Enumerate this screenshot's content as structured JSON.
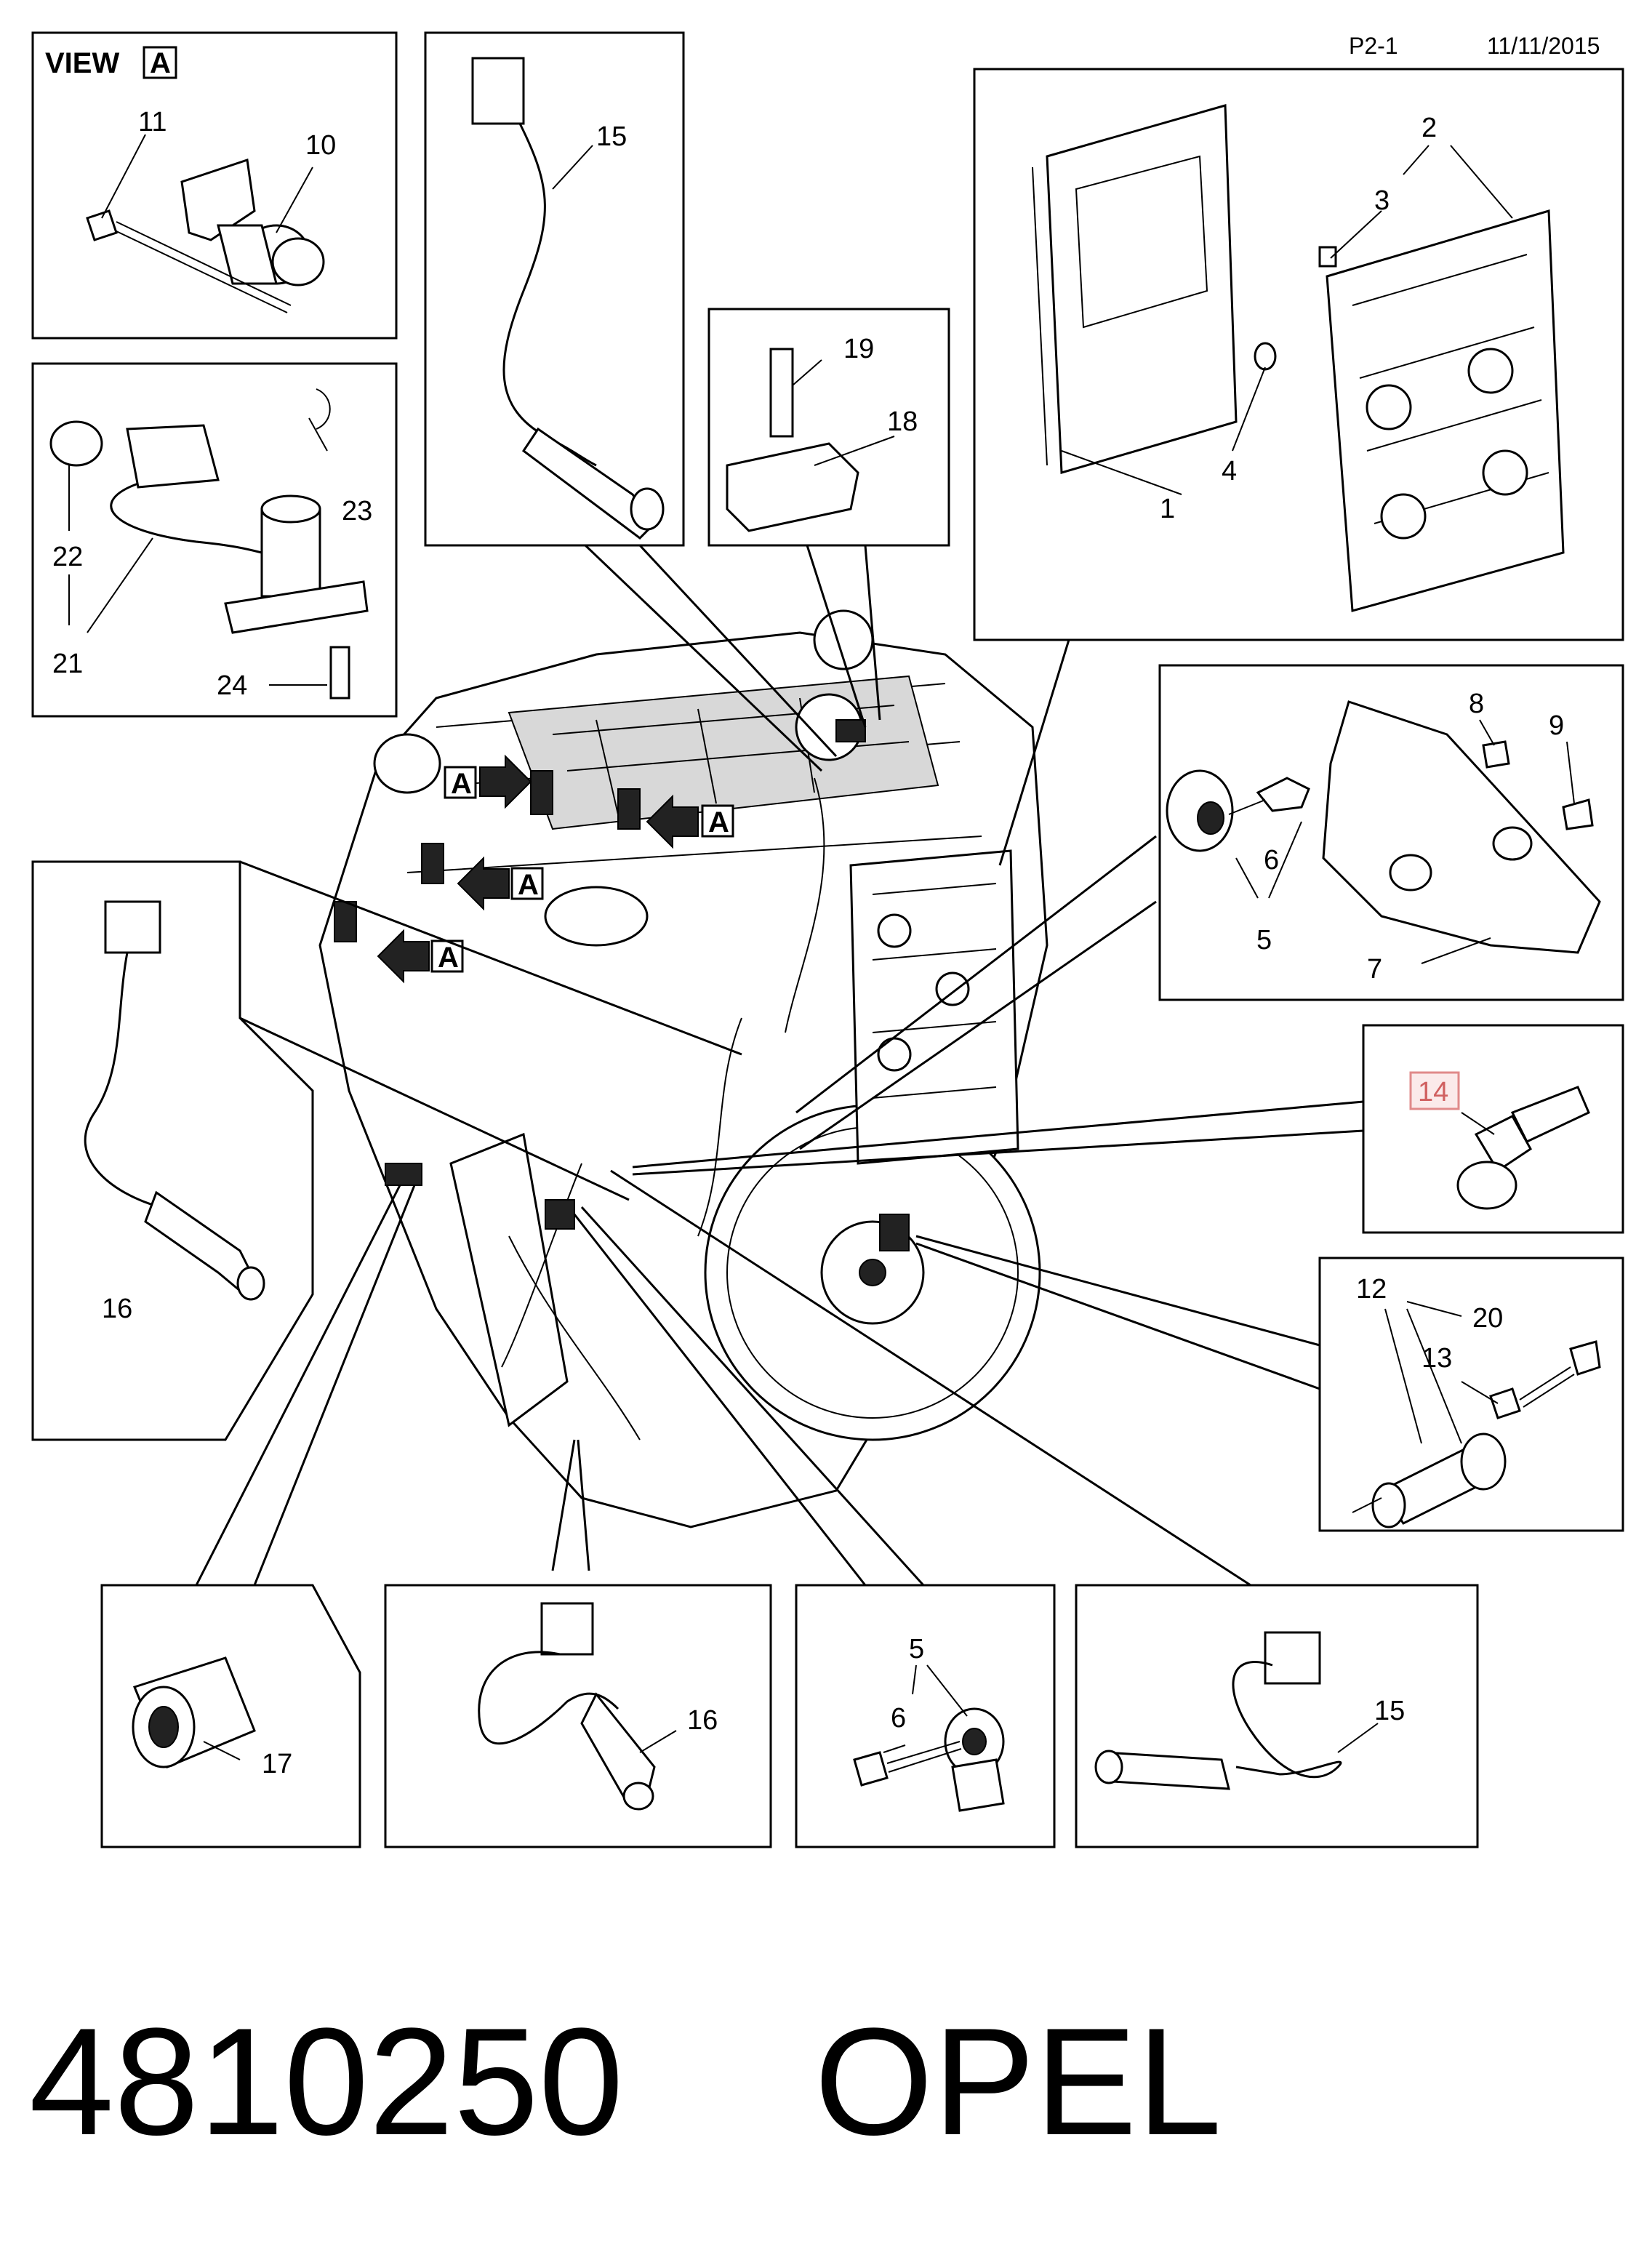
{
  "header": {
    "page_ref": "P2-1",
    "date": "11/11/2015",
    "view_label": "VIEW",
    "view_letter": "A"
  },
  "markers": {
    "view_arrow_letter": "A"
  },
  "callouts": {
    "n1": "1",
    "n2": "2",
    "n3": "3",
    "n4": "4",
    "n5a": "5",
    "n5b": "5",
    "n6a": "6",
    "n6b": "6",
    "n7": "7",
    "n8": "8",
    "n9": "9",
    "n10": "10",
    "n11": "11",
    "n12": "12",
    "n13": "13",
    "n14": "14",
    "n15a": "15",
    "n15b": "15",
    "n16a": "16",
    "n16b": "16",
    "n17": "17",
    "n18": "18",
    "n19": "19",
    "n20": "20",
    "n21": "21",
    "n22": "22",
    "n23": "23",
    "n24": "24"
  },
  "highlight_color": "#e08a8a",
  "footer": {
    "part_number": "4810250",
    "brand": "OPEL"
  }
}
